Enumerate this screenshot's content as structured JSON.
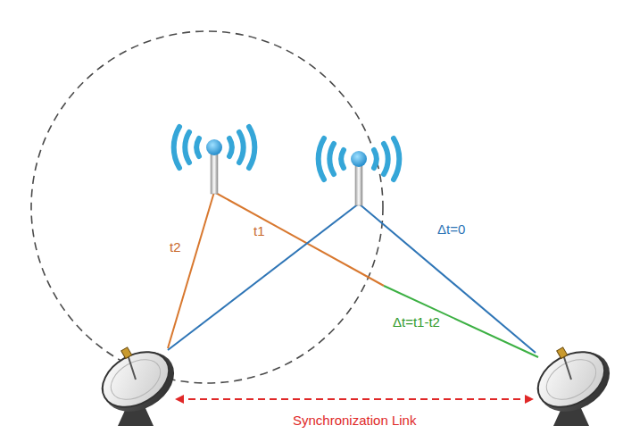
{
  "diagram": {
    "labels": [
      "t2",
      "t1",
      "Δt=0",
      "Δt=t1-t2",
      "Synchronization Link"
    ]
  }
}
